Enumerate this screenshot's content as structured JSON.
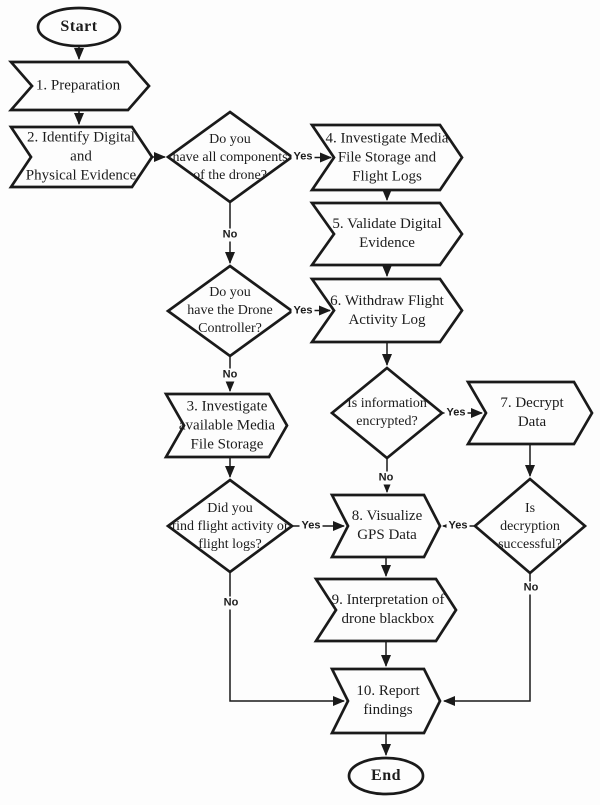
{
  "diagram": {
    "nodes": {
      "start": "Start",
      "p1": "1. Preparation",
      "p2": "2. Identify Digital\nand\nPhysical Evidence",
      "d1": "Do you\nhave all components\nof the drone?",
      "p4": "4. Investigate Media\nFile Storage and\nFlight Logs",
      "p5": "5. Validate Digital\nEvidence",
      "d2": "Do you\nhave the Drone\nController?",
      "p6": "6. Withdraw Flight\nActivity Log",
      "p3": "3. Investigate\navailable Media\nFile Storage",
      "d3": "Is information\nencrypted?",
      "p7": "7. Decrypt Data",
      "d4": "Did you\nfind flight activity or\nflight logs?",
      "p8": "8. Visualize\nGPS Data",
      "d5": "Is decryption\nsuccessful?",
      "p9": "9. Interpretation of\ndrone blackbox",
      "p10": "10. Report\nfindings",
      "end": "End"
    },
    "edge_labels": {
      "d1_yes": "Yes",
      "d1_no": "No",
      "d2_yes": "Yes",
      "d2_no": "No",
      "d3_yes": "Yes",
      "d3_no": "No",
      "d4_yes": "Yes",
      "d4_no": "No",
      "d5_yes": "Yes",
      "d5_no": "No"
    },
    "colors": {
      "line": "#1a1a1a",
      "shape_fill": "#fdfdfd",
      "background": "#fdfdfd",
      "text": "#1c1c1c"
    }
  }
}
